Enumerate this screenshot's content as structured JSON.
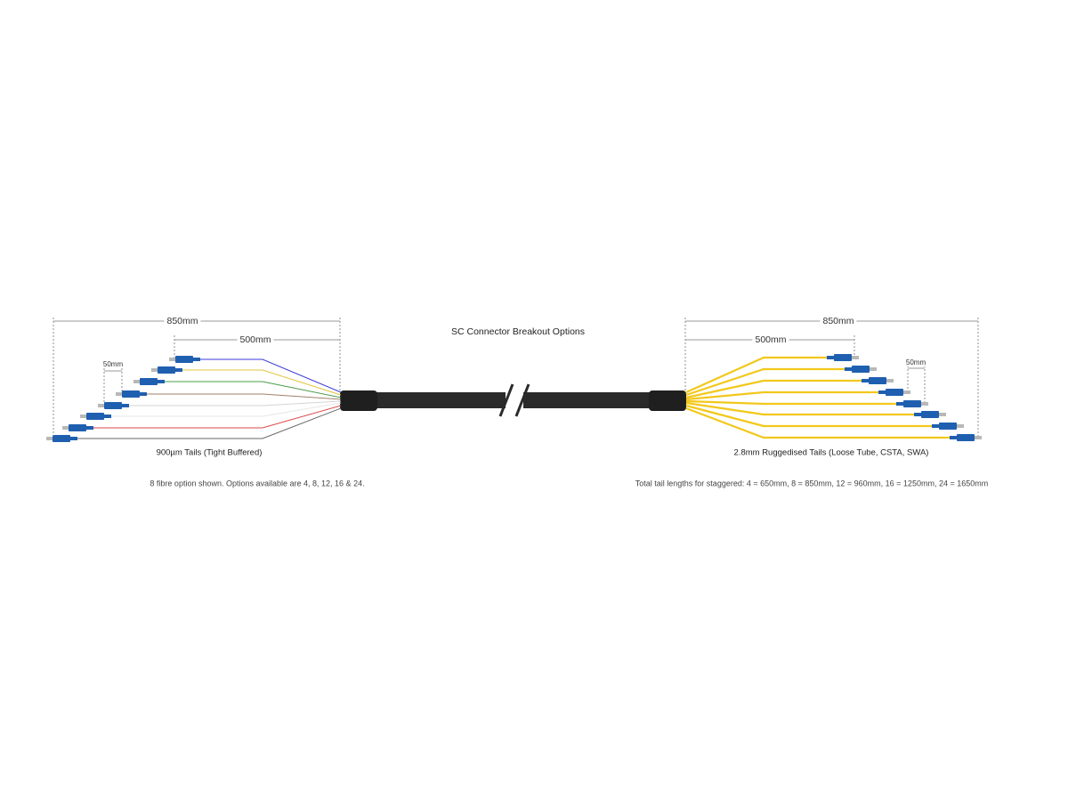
{
  "title": "SC Connector Breakout Options",
  "left_breakout": {
    "total_length": "850mm",
    "short_length": "500mm",
    "stagger": "50mm",
    "caption": "900µm Tails (Tight Buffered)",
    "note": "8 fibre option shown. Options available are 4, 8, 12, 16 & 24.",
    "fibre_colors": [
      "#3b3bd9",
      "#e3c43c",
      "#4a9c4a",
      "#a0826a",
      "#d4d4d4",
      "#e6e6e6",
      "#d94848",
      "#666666"
    ]
  },
  "right_breakout": {
    "total_length": "850mm",
    "short_length": "500mm",
    "stagger": "50mm",
    "caption": "2.8mm Ruggedised Tails (Loose Tube, CSTA, SWA)",
    "note": "Total tail lengths for staggered: 4 = 650mm, 8 = 850mm, 12 = 960mm, 16 = 1250mm, 24 = 1650mm",
    "tail_color": "#f2c81a"
  },
  "colors": {
    "cable": "#2a2a2a",
    "boot": "#1f1f1f",
    "connector_blue": "#1f5fb0",
    "dimension_line": "#777777"
  }
}
